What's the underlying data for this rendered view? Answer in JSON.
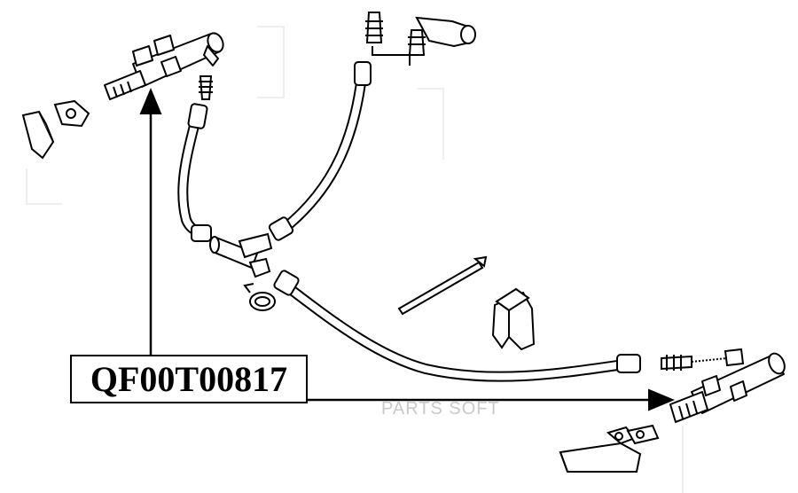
{
  "part_number": "QF00T00817",
  "watermark": "PARTS SOFT",
  "colors": {
    "line": "#000000",
    "background": "#ffffff",
    "watermark": "#c8c8c8"
  },
  "components": [
    "left-washer-nozzle",
    "right-washer-nozzle",
    "upper-hose-left",
    "upper-hose-right",
    "lower-hose",
    "t-connector",
    "hose-clamp",
    "cable-tie",
    "mounting-clip",
    "nozzle-cover-left",
    "nozzle-cover-right",
    "check-valve-connector"
  ]
}
